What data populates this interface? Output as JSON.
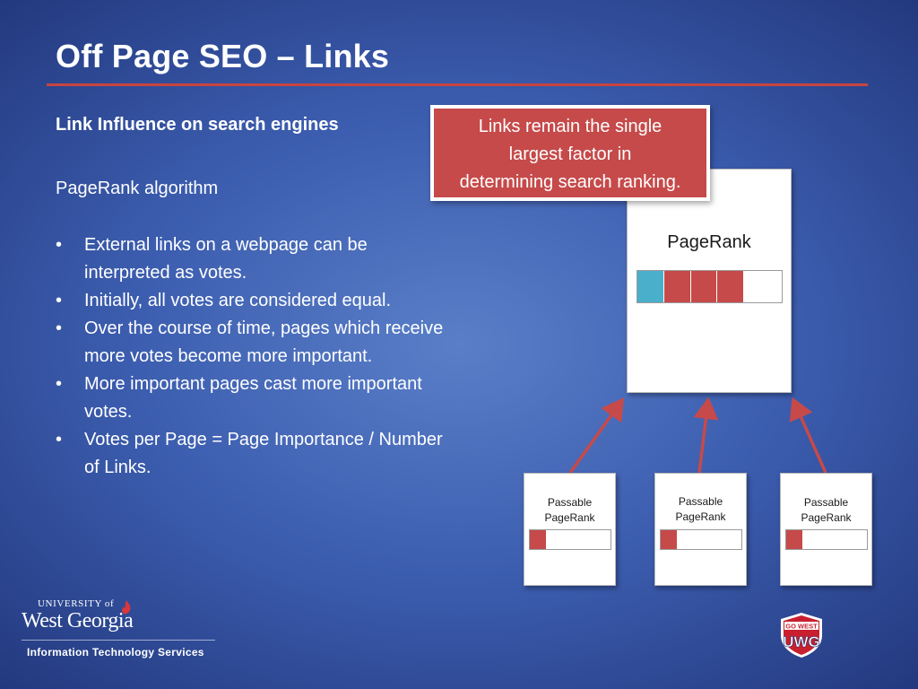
{
  "slide": {
    "title": "Off Page SEO – Links",
    "subheading": "Link Influence on search engines",
    "algorithm": "PageRank algorithm",
    "bullets": [
      "External links on a webpage can be interpreted as votes.",
      "Initially,  all votes are considered equal.",
      "Over the course of time, pages which receive more votes become more important.",
      "More important pages cast more important votes.",
      "Votes per Page =  Page Importance / Number of Links."
    ],
    "bullet_glyph": "•"
  },
  "diagram": {
    "callout_lines": [
      "Links remain the single",
      "largest factor in",
      "determining search ranking."
    ],
    "main_page": {
      "label": "PageRank",
      "bar_segments": [
        "#4aafca",
        "#c64a4a",
        "#c64a4a",
        "#c64a4a"
      ],
      "filled_fraction": 0.73
    },
    "source_pages": [
      {
        "label_lines": [
          "Passable",
          "PageRank"
        ],
        "bar_color": "#c64a4a",
        "filled_fraction": 0.2
      },
      {
        "label_lines": [
          "Passable",
          "PageRank"
        ],
        "bar_color": "#c64a4a",
        "filled_fraction": 0.2
      },
      {
        "label_lines": [
          "Passable",
          "PageRank"
        ],
        "bar_color": "#c64a4a",
        "filled_fraction": 0.2
      }
    ],
    "arrow_color": "#c64a4a"
  },
  "branding": {
    "university_small": "UNIVERSITY of",
    "university_big": "West Georgia",
    "department": "Information Technology Services",
    "shield_top": "GO WEST",
    "shield_main": "UWG"
  },
  "colors": {
    "accent_red": "#c64a4a",
    "rule_red": "#c8443f",
    "cyan_segment": "#4aafca"
  }
}
